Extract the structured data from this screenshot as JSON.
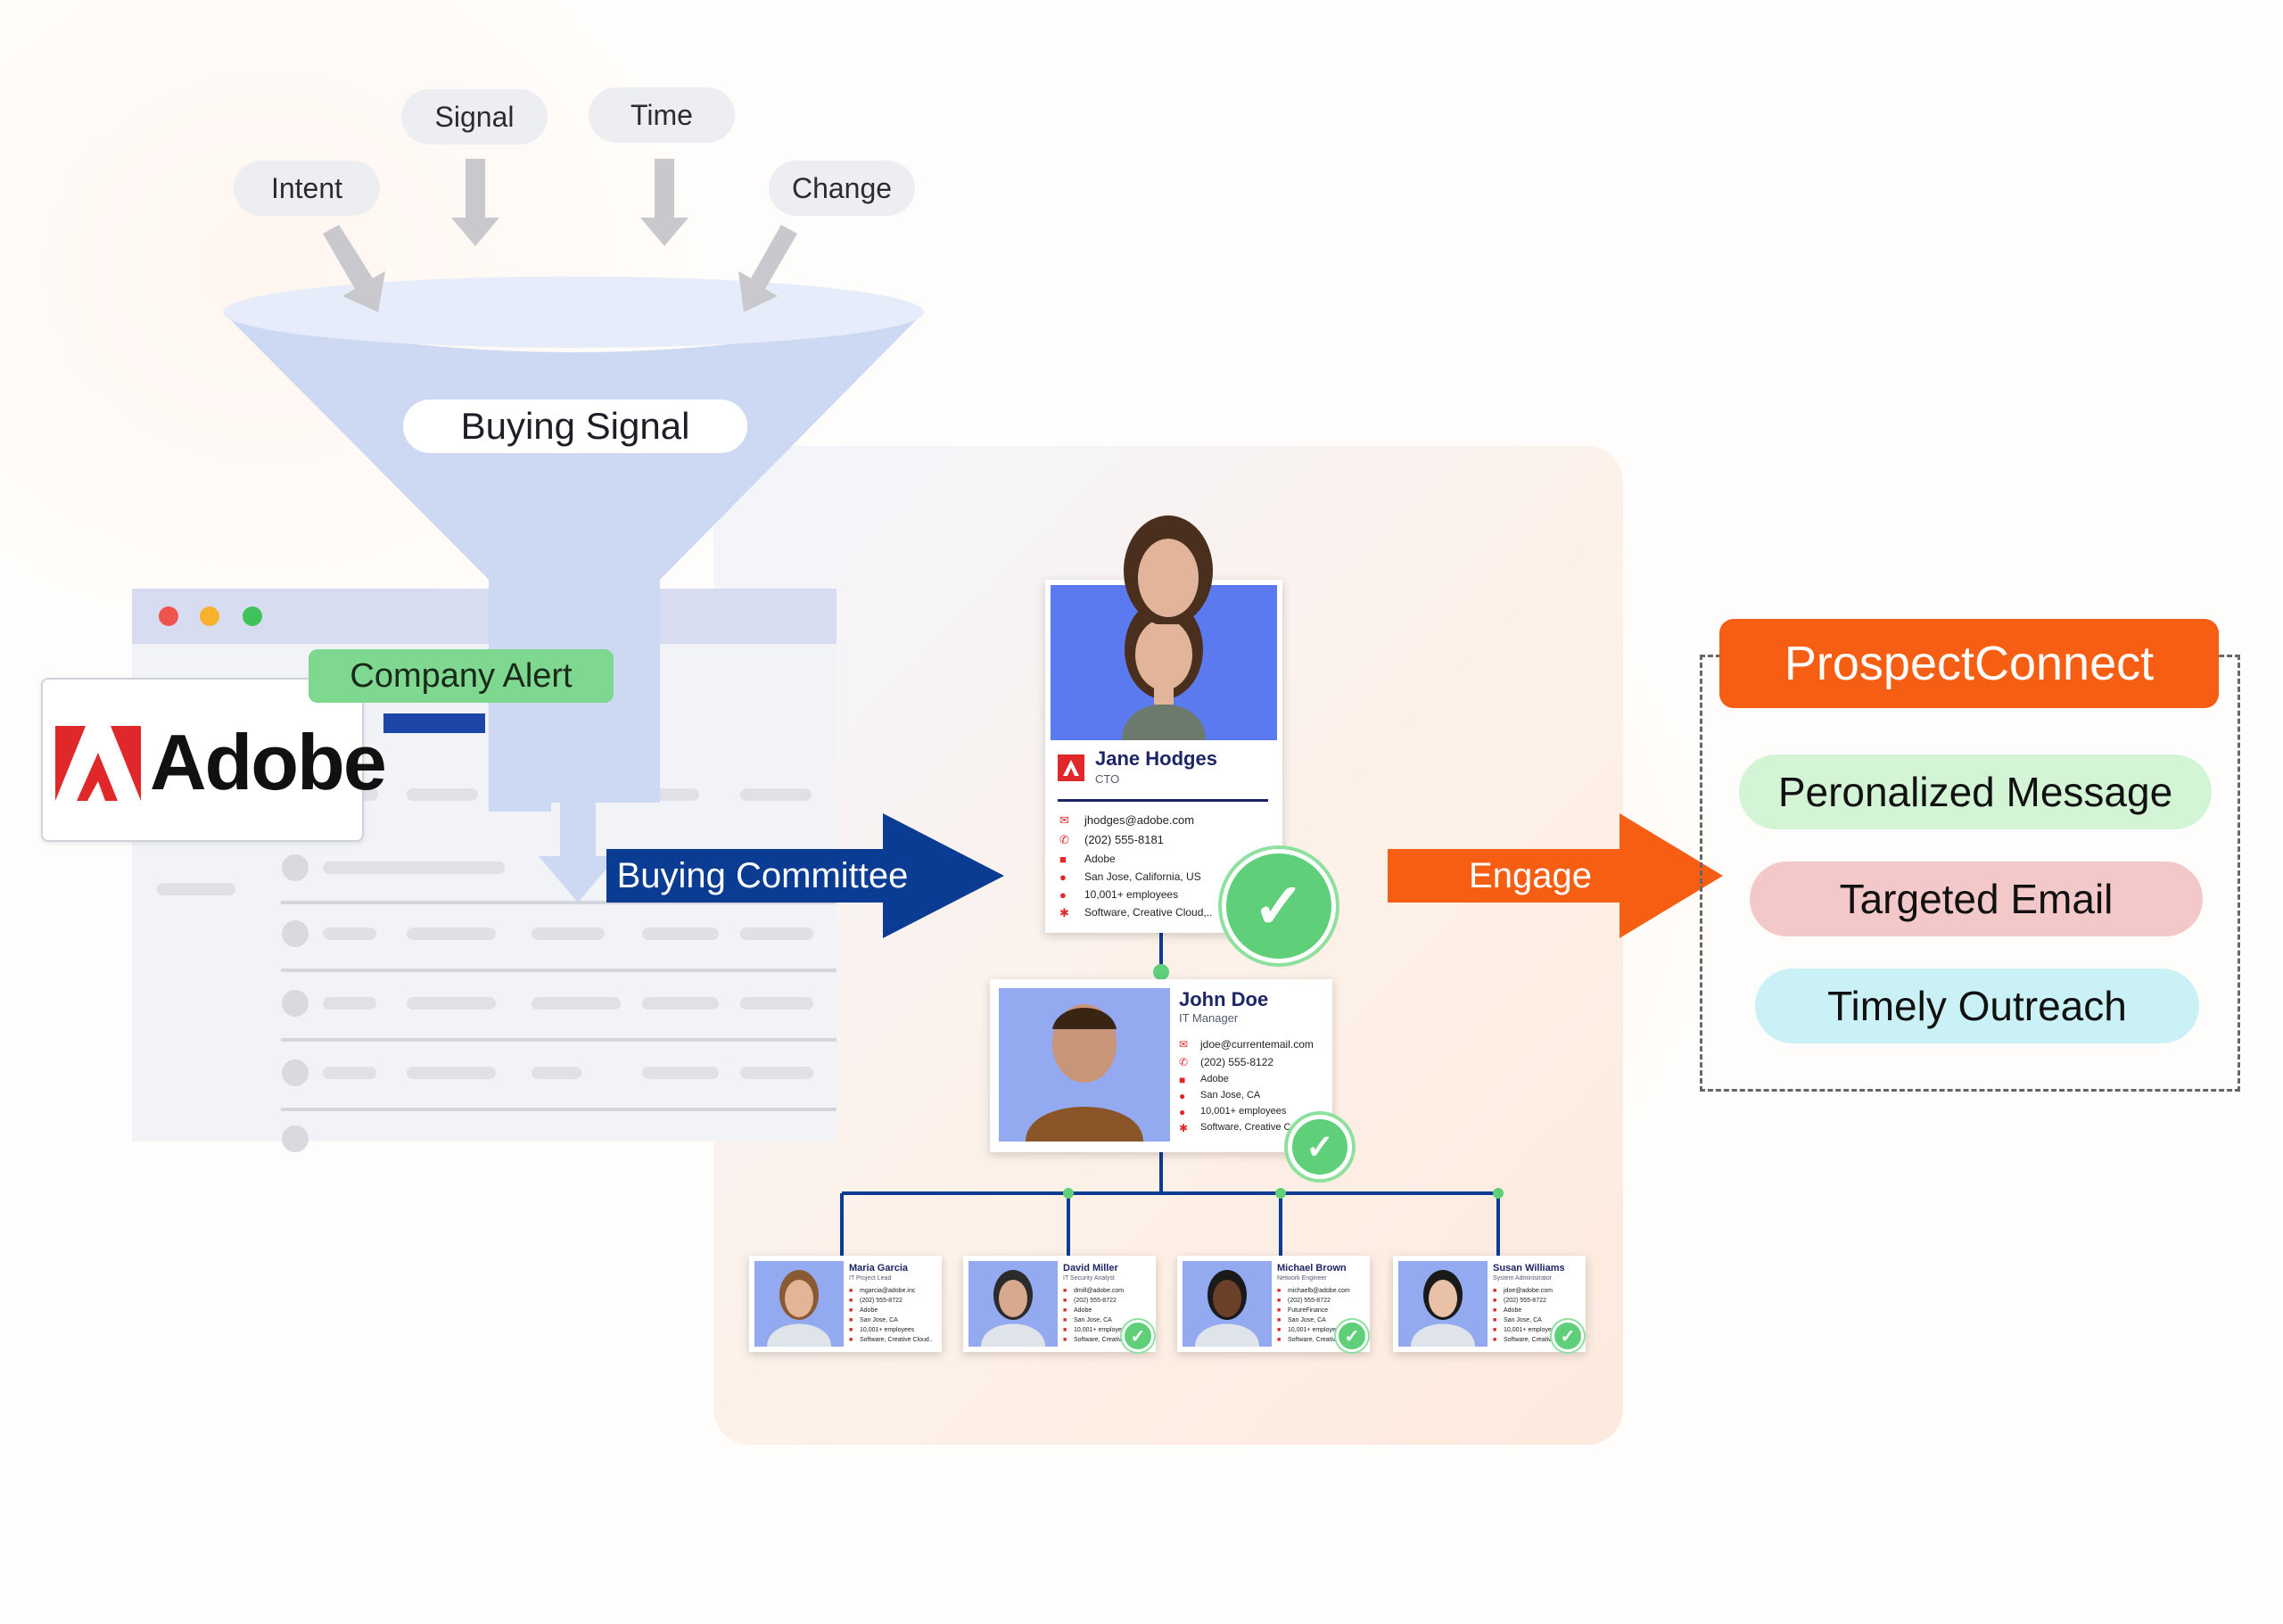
{
  "funnel": {
    "inputs": [
      "Intent",
      "Signal",
      "Time",
      "Change"
    ],
    "label": "Buying Signal"
  },
  "company": {
    "logo_text": "Adobe",
    "alert_label": "Company Alert"
  },
  "arrows": {
    "committee_label": "Buying Committee",
    "engage_label": "Engage"
  },
  "primary_contact": {
    "name": "Jane Hodges",
    "role": "CTO",
    "details": [
      "jhodges@adobe.com",
      "(202) 555-8181",
      "Adobe",
      "San Jose, California, US",
      "10,001+ employees",
      "Software, Creative Cloud,.."
    ]
  },
  "secondary_contact": {
    "name": "John Doe",
    "role": "IT Manager",
    "details": [
      "jdoe@currentemail.com",
      "(202) 555-8122",
      "Adobe",
      "San Jose, CA",
      "10,001+ employees",
      "Software, Creative C.."
    ]
  },
  "team": [
    {
      "name": "Maria Garcia",
      "role": "IT Project Lead",
      "details": [
        "mgarcia@adobe.inc",
        "(202) 555-8722",
        "Adobe",
        "San Jose, CA",
        "10,001+ employees",
        "Software, Creative Cloud.."
      ]
    },
    {
      "name": "David Miller",
      "role": "IT Security Analyst",
      "details": [
        "dmill@adobe.com",
        "(202) 555-8722",
        "Adobe",
        "San Jose, CA",
        "10,001+ employees",
        "Software, Creative.."
      ]
    },
    {
      "name": "Michael Brown",
      "role": "Network Engineer",
      "details": [
        "michaelb@adobe.com",
        "(202) 555-8722",
        "FutureFinance",
        "San Jose, CA",
        "10,001+ employees",
        "Software, Creative.."
      ]
    },
    {
      "name": "Susan Williams",
      "role": "System Administrator",
      "details": [
        "jdoe@adobe.com",
        "(202) 555-8722",
        "Adobe",
        "San Jose, CA",
        "10,001+ employees",
        "Software, Creative.."
      ]
    }
  ],
  "outcome": {
    "title": "ProspectConnect",
    "items": [
      "Peronalized Message",
      "Targeted Email",
      "Timely Outreach"
    ]
  },
  "colors": {
    "funnel": "#cdd8f3",
    "alert_green": "#7fd88f",
    "committee_blue": "#0b3c93",
    "engage_orange": "#f65e13",
    "adobe_red": "#e0282b",
    "opt_green": "#d3f5d6",
    "opt_pink": "#f2c9c8",
    "opt_cyan": "#c9f1f6"
  }
}
